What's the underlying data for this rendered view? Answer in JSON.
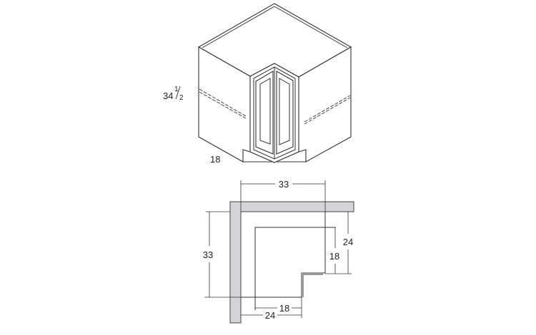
{
  "isometric_view": {
    "height_label": "34",
    "height_fraction_num": "1",
    "height_fraction_den": "2",
    "depth_label": "18"
  },
  "plan_view": {
    "width_top_label": "33",
    "width_left_label": "33",
    "right_outer_label": "24",
    "right_inner_label": "18",
    "bottom_inner_label": "18",
    "bottom_outer_label": "24",
    "wall_color": "#d4d4d6"
  }
}
